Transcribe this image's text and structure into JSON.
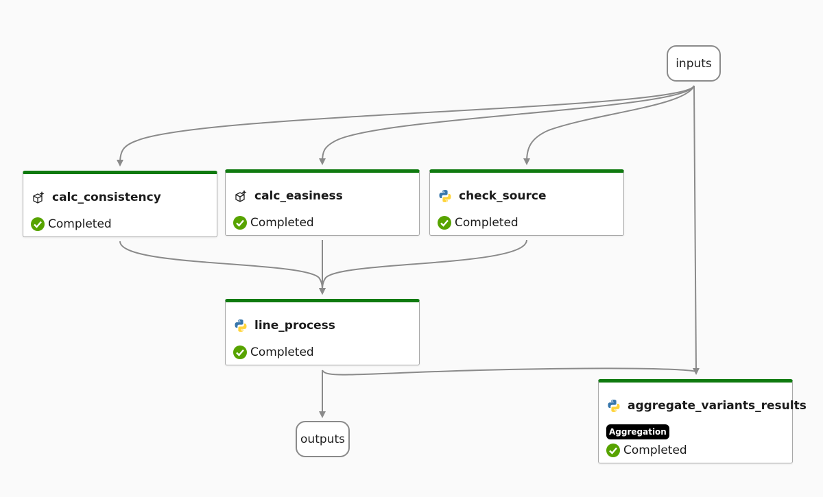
{
  "graph": {
    "inputs_label": "inputs",
    "outputs_label": "outputs",
    "nodes": [
      {
        "id": "calc_consistency",
        "title": "calc_consistency",
        "icon": "prompt-sparkle-icon",
        "status": "Completed"
      },
      {
        "id": "calc_easiness",
        "title": "calc_easiness",
        "icon": "prompt-sparkle-icon",
        "status": "Completed"
      },
      {
        "id": "check_source",
        "title": "check_source",
        "icon": "python-icon",
        "status": "Completed"
      },
      {
        "id": "line_process",
        "title": "line_process",
        "icon": "python-icon",
        "status": "Completed"
      },
      {
        "id": "aggregate_variants_results",
        "title": "aggregate_variants_results",
        "icon": "python-icon",
        "badge": "Aggregation",
        "status": "Completed"
      }
    ],
    "edges": [
      {
        "from": "inputs",
        "to": "calc_consistency"
      },
      {
        "from": "inputs",
        "to": "calc_easiness"
      },
      {
        "from": "inputs",
        "to": "check_source"
      },
      {
        "from": "inputs",
        "to": "aggregate_variants_results"
      },
      {
        "from": "calc_consistency",
        "to": "line_process"
      },
      {
        "from": "calc_easiness",
        "to": "line_process"
      },
      {
        "from": "check_source",
        "to": "line_process"
      },
      {
        "from": "line_process",
        "to": "outputs"
      },
      {
        "from": "line_process",
        "to": "aggregate_variants_results"
      }
    ]
  },
  "colors": {
    "completed_bar": "#0f7a0f",
    "check_green": "#57a300",
    "edge": "#8a8a8a",
    "python_blue": "#3776ab",
    "python_yellow": "#ffd43b"
  }
}
